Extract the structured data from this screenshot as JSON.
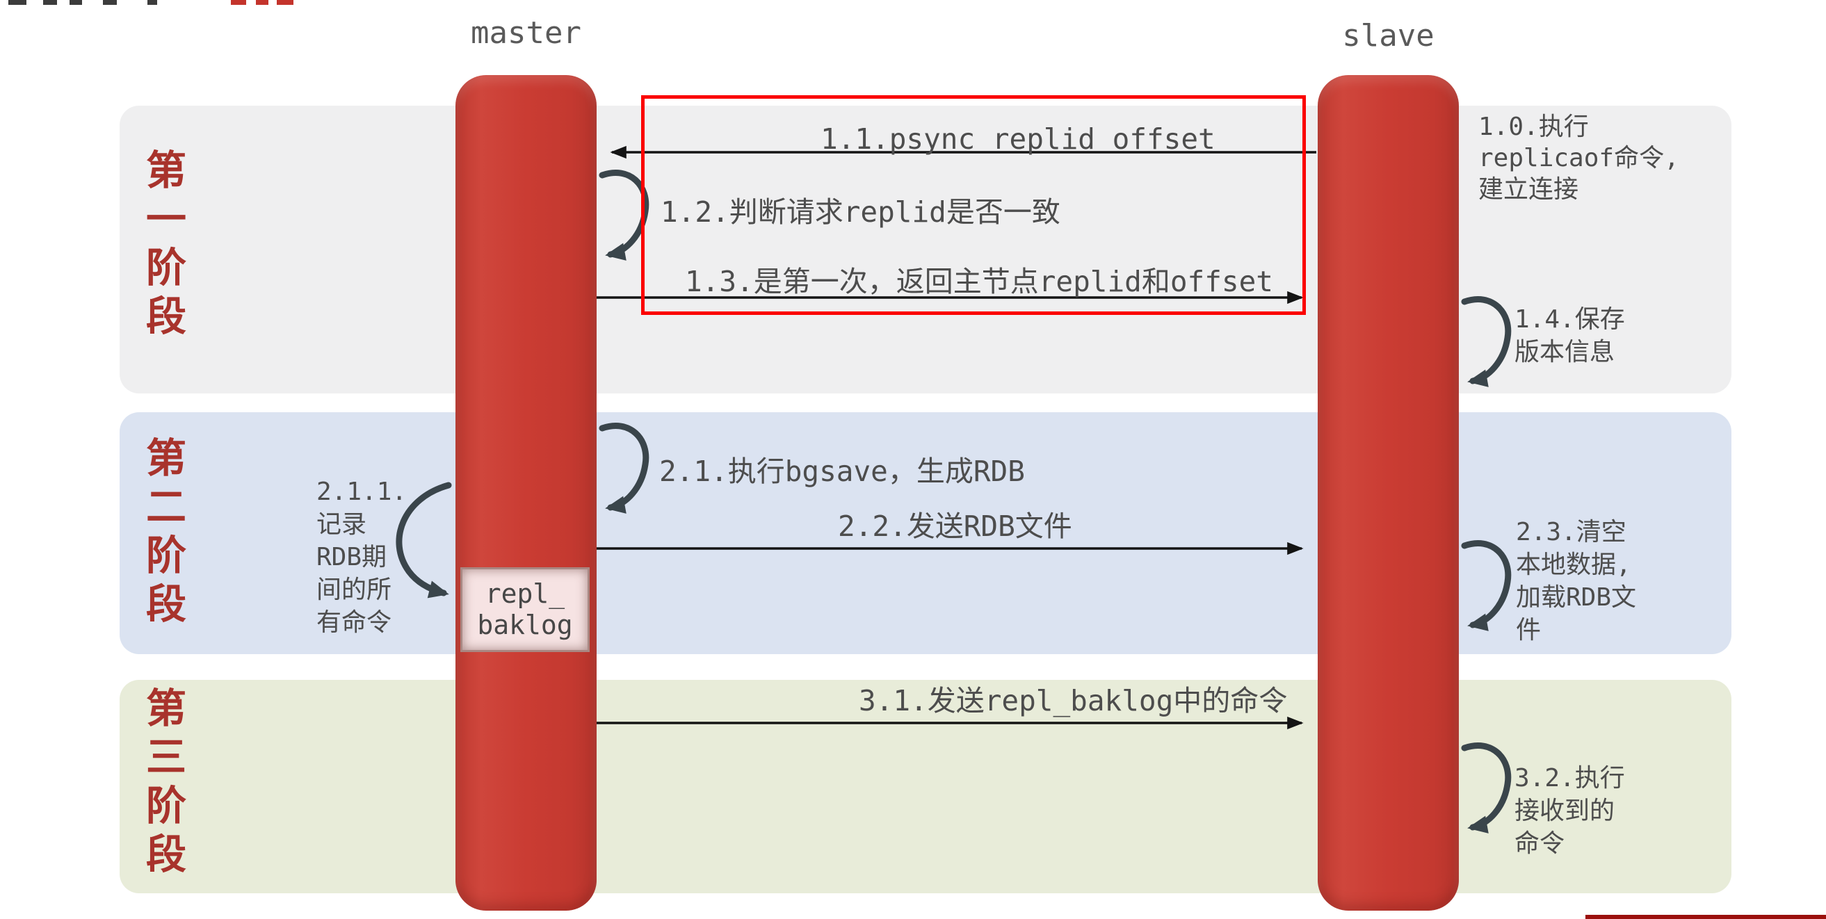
{
  "actors": {
    "master": "master",
    "slave": "slave"
  },
  "phases": [
    {
      "label": "第一阶段"
    },
    {
      "label": "第二阶段"
    },
    {
      "label": "第三阶段"
    }
  ],
  "messages": {
    "m1_0": "1.0.执行\nreplicaof命令,\n建立连接",
    "m1_1": "1.1.psync replid offset",
    "m1_2": "1.2.判断请求replid是否一致",
    "m1_3": "1.3.是第一次，返回主节点replid和offset",
    "m1_4": "1.4.保存\n版本信息",
    "m2_1": "2.1.执行bgsave，生成RDB",
    "m2_1_1": "2.1.1.\n记录\nRDB期\n间的所\n有命令",
    "m2_2": "2.2.发送RDB文件",
    "m2_3": "2.3.清空\n本地数据,\n加载RDB文\n件",
    "m3_1": "3.1.发送repl_baklog中的命令",
    "m3_2": "3.2.执行\n接收到的\n命令",
    "repl_baklog": "repl_\nbaklog"
  },
  "colors": {
    "lifeline_red": "#ca3c33",
    "phase_label_red": "#a8332c",
    "highlight_red": "#fb0100",
    "band_phase1": "#efeff0",
    "band_phase2": "#dbe3f1",
    "band_phase3": "#e8ecd9",
    "arrow_black": "#141414",
    "loop_arrow_dark": "#3a454b",
    "baklog_pink": "#f6e3e3",
    "text_gray": "#4d4d4d"
  }
}
